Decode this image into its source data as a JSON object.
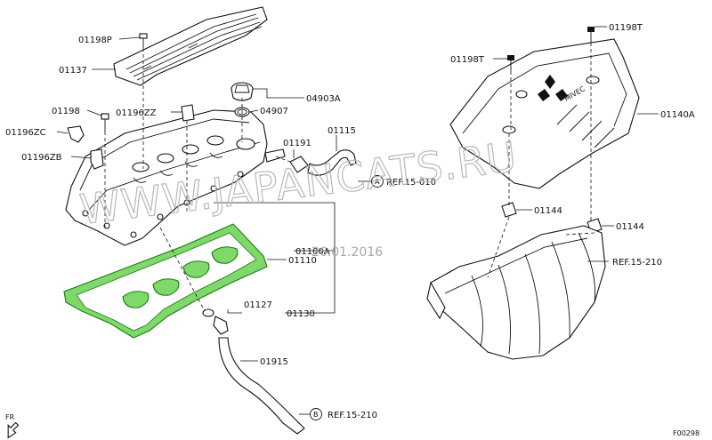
{
  "parts": {
    "p01198P": "01198P",
    "p01137": "01137",
    "p04903A": "04903A",
    "p04907": "04907",
    "p01198": "01198",
    "p01196ZZ": "01196ZZ",
    "p01196ZC": "01196ZC",
    "p01196ZB": "01196ZB",
    "p01191": "01191",
    "p01115": "01115",
    "p01110": "01110",
    "p01100A": "01100A",
    "p01127": "01127",
    "p01130": "01130",
    "p01915": "01915",
    "p01198T_a": "01198T",
    "p01198T_b": "01198T",
    "p01140A": "01140A",
    "p01144_a": "01144",
    "p01144_b": "01144"
  },
  "refs": {
    "a_letter": "A",
    "a_text": "REF.15-010",
    "b_letter": "B",
    "b_text": "REF.15-210",
    "manifold_text": "REF.15-210"
  },
  "watermark": "WWW.JAPANCATS.RU",
  "date_stamp": "26.01.2016",
  "orientation": "FR",
  "figure_code": "F00298",
  "cover_logo": "MIVEC",
  "colors": {
    "gasket": "#7fd96a",
    "line": "#111111",
    "watermark": "#b8b8b8"
  }
}
